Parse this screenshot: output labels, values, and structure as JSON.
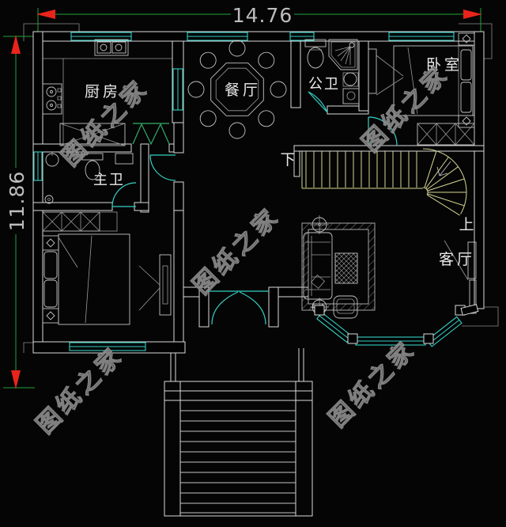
{
  "drawing": {
    "title": "two-storey house first floor plan",
    "dimensions": {
      "width_label": "14.76",
      "height_label": "11.86"
    },
    "rooms": {
      "kitchen": "厨房",
      "dining": "餐厅",
      "public_bath": "公卫",
      "bedroom": "卧室",
      "master_bath": "主卫",
      "living": "客厅"
    },
    "stairs": {
      "down": "下",
      "up": "上"
    },
    "watermark": "图纸之家",
    "icons": {
      "dining-table-icon": "octagon table with 8 chairs",
      "bed-icon": "double bed",
      "sofa-icon": "sofa with coffee table",
      "toilet-icon": "toilet",
      "shower-icon": "corner shower",
      "sink-icon": "basin",
      "stove-icon": "2-burner stove",
      "wardrobe-icon": "x-panel wardrobe",
      "stair-icon": "winder staircase"
    },
    "colors": {
      "background": "#050505",
      "wall": "#d9d9d9",
      "window": "#35d0c5",
      "door": "#35d0c5",
      "kitchen_door": "#31b06a",
      "stairs": "#d6d593",
      "dimension_line": "#1fa33a",
      "dimension_arrow": "#e8241c",
      "dimension_text": "#bdbdbd",
      "room_label": "#eaeaea",
      "watermark": "#8e8e8e"
    }
  }
}
